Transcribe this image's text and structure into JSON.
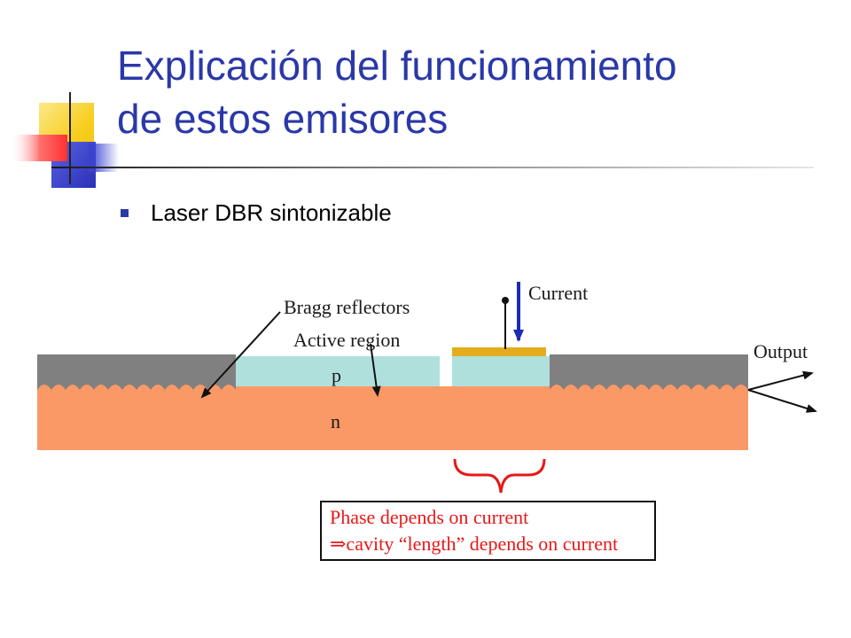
{
  "slide": {
    "title_line1": "Explicación del funcionamiento",
    "title_line2": "de estos emisores",
    "bullet": "Laser DBR sintonizable"
  },
  "diagram": {
    "labels": {
      "bragg": "Bragg reflectors",
      "active": "Active region",
      "current": "Current",
      "output": "Output",
      "p": "p",
      "n": "n"
    },
    "caption": {
      "line1": "Phase depends on current",
      "line2": "⇒cavity “length” depends on current"
    }
  },
  "colors": {
    "title": "#2a38a8",
    "substrate": "#fa9966",
    "p_layer": "#b0e0dc",
    "grating_top": "#808080",
    "electrode": "#e2ac1e",
    "arrow_current": "#1c2cb4",
    "caption_text": "#e81818",
    "deco_yellow": "#f7cf20",
    "deco_blue": "#3a42d0",
    "deco_red": "#ff4a4a"
  }
}
